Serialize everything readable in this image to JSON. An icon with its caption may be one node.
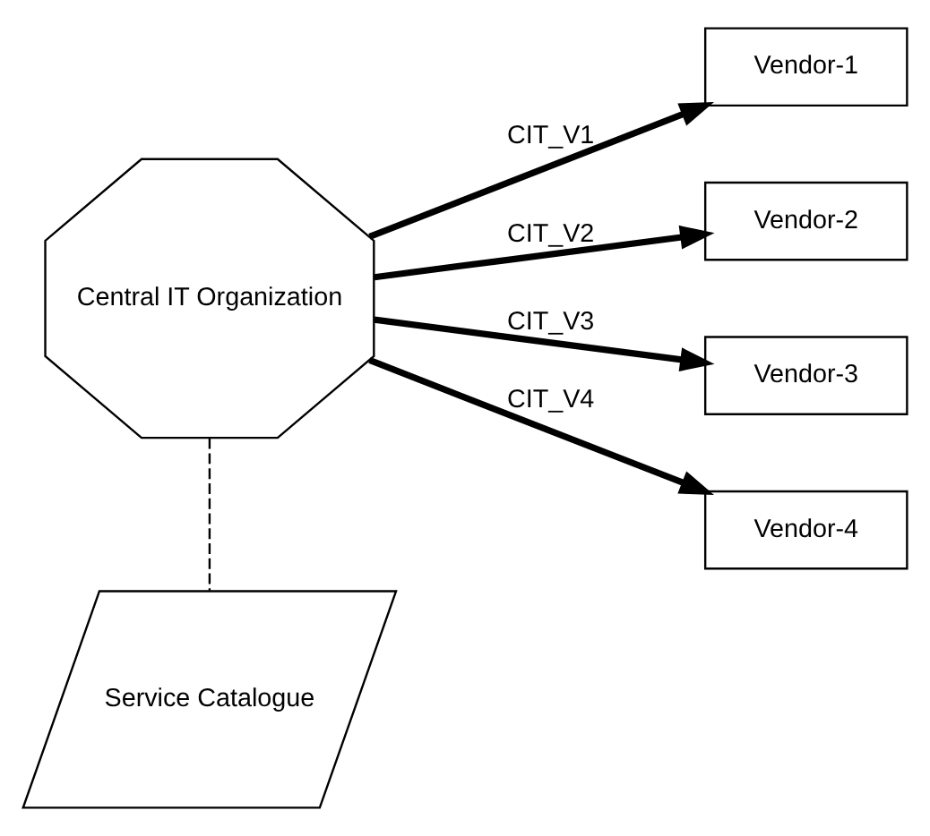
{
  "diagram": {
    "nodes": [
      {
        "text": [
          "Central IT Organization"
        ]
      },
      {
        "text": [
          "Vendor-1"
        ]
      },
      {
        "text": [
          "Vendor-2"
        ]
      },
      {
        "text": [
          "Vendor-3"
        ]
      },
      {
        "text": [
          "Vendor-4"
        ]
      },
      {
        "text": [
          "Service Catalogue"
        ]
      }
    ],
    "edges": [
      {
        "from": 0,
        "to": 1,
        "arrow": "to",
        "label": "CIT_V1"
      },
      {
        "from": 0,
        "to": 2,
        "arrow": "to",
        "label": "CIT_V2"
      },
      {
        "from": 0,
        "to": 3,
        "arrow": "to",
        "label": "CIT_V3"
      },
      {
        "from": 0,
        "to": 4,
        "arrow": "to",
        "label": "CIT_V4"
      },
      {
        "from": 0,
        "to": 5,
        "arrow": "none",
        "style": "dashed"
      }
    ]
  }
}
